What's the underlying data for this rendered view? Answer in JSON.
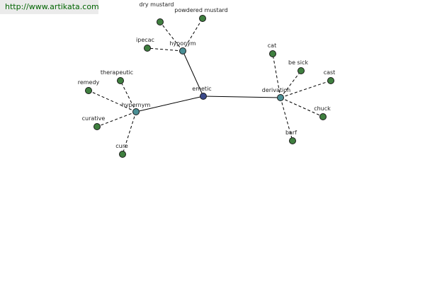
{
  "header": {
    "source_url": "http://www.artikata.com"
  },
  "graph": {
    "colors": {
      "center": "#3b4a8a",
      "relation": "#4a8f95",
      "word": "#3f7f3f"
    },
    "center": {
      "id": "emetic",
      "label": "emetic"
    },
    "relations": [
      {
        "id": "hyponym",
        "label": "hyponym"
      },
      {
        "id": "hypernym",
        "label": "hypernym"
      },
      {
        "id": "derivation",
        "label": "derivation"
      }
    ],
    "words": [
      {
        "id": "dry-mustard",
        "label": "dry mustard",
        "relation": "hyponym"
      },
      {
        "id": "powdered-mustard",
        "label": "powdered mustard",
        "relation": "hyponym"
      },
      {
        "id": "ipecac",
        "label": "ipecac",
        "relation": "hyponym"
      },
      {
        "id": "remedy",
        "label": "remedy",
        "relation": "hypernym"
      },
      {
        "id": "therapeutic",
        "label": "therapeutic",
        "relation": "hypernym"
      },
      {
        "id": "curative",
        "label": "curative",
        "relation": "hypernym"
      },
      {
        "id": "cure",
        "label": "cure",
        "relation": "hypernym"
      },
      {
        "id": "cat",
        "label": "cat",
        "relation": "derivation"
      },
      {
        "id": "be-sick",
        "label": "be sick",
        "relation": "derivation"
      },
      {
        "id": "cast",
        "label": "cast",
        "relation": "derivation"
      },
      {
        "id": "chuck",
        "label": "chuck",
        "relation": "derivation"
      },
      {
        "id": "barf",
        "label": "barf",
        "relation": "derivation"
      }
    ]
  }
}
